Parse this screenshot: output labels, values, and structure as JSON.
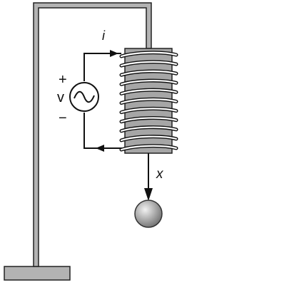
{
  "labels": {
    "current": "i",
    "voltage": "v",
    "plus": "+",
    "minus": "−",
    "displacement": "x"
  },
  "colors": {
    "stand_fill": "#b3b3b3",
    "stand_stroke": "#222222",
    "core_fill": "#a6a6a6",
    "wire": "#111111",
    "coil_highlight": "#ffffff",
    "ball_light": "#f2f2f2",
    "ball_dark": "#6f6f6f"
  },
  "coil": {
    "turns": 11
  },
  "icons": {
    "source": "ac-source-icon",
    "arrow": "arrowhead-icon"
  }
}
